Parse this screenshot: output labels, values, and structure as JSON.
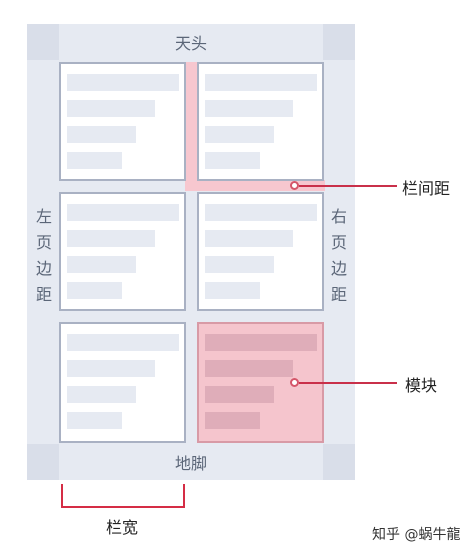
{
  "labels": {
    "header": "天头",
    "footer": "地脚",
    "left_margin": [
      "左",
      "页",
      "边",
      "距"
    ],
    "right_margin": [
      "右",
      "页",
      "边",
      "距"
    ],
    "gutter": "栏间距",
    "module": "模块",
    "column_width": "栏宽"
  },
  "watermark": "知乎 @蜗牛龍",
  "colors": {
    "page": "#e6eaf2",
    "highlight": "#f5c5cd",
    "accent": "#d52d45",
    "card_border": "#a9b1c3"
  }
}
